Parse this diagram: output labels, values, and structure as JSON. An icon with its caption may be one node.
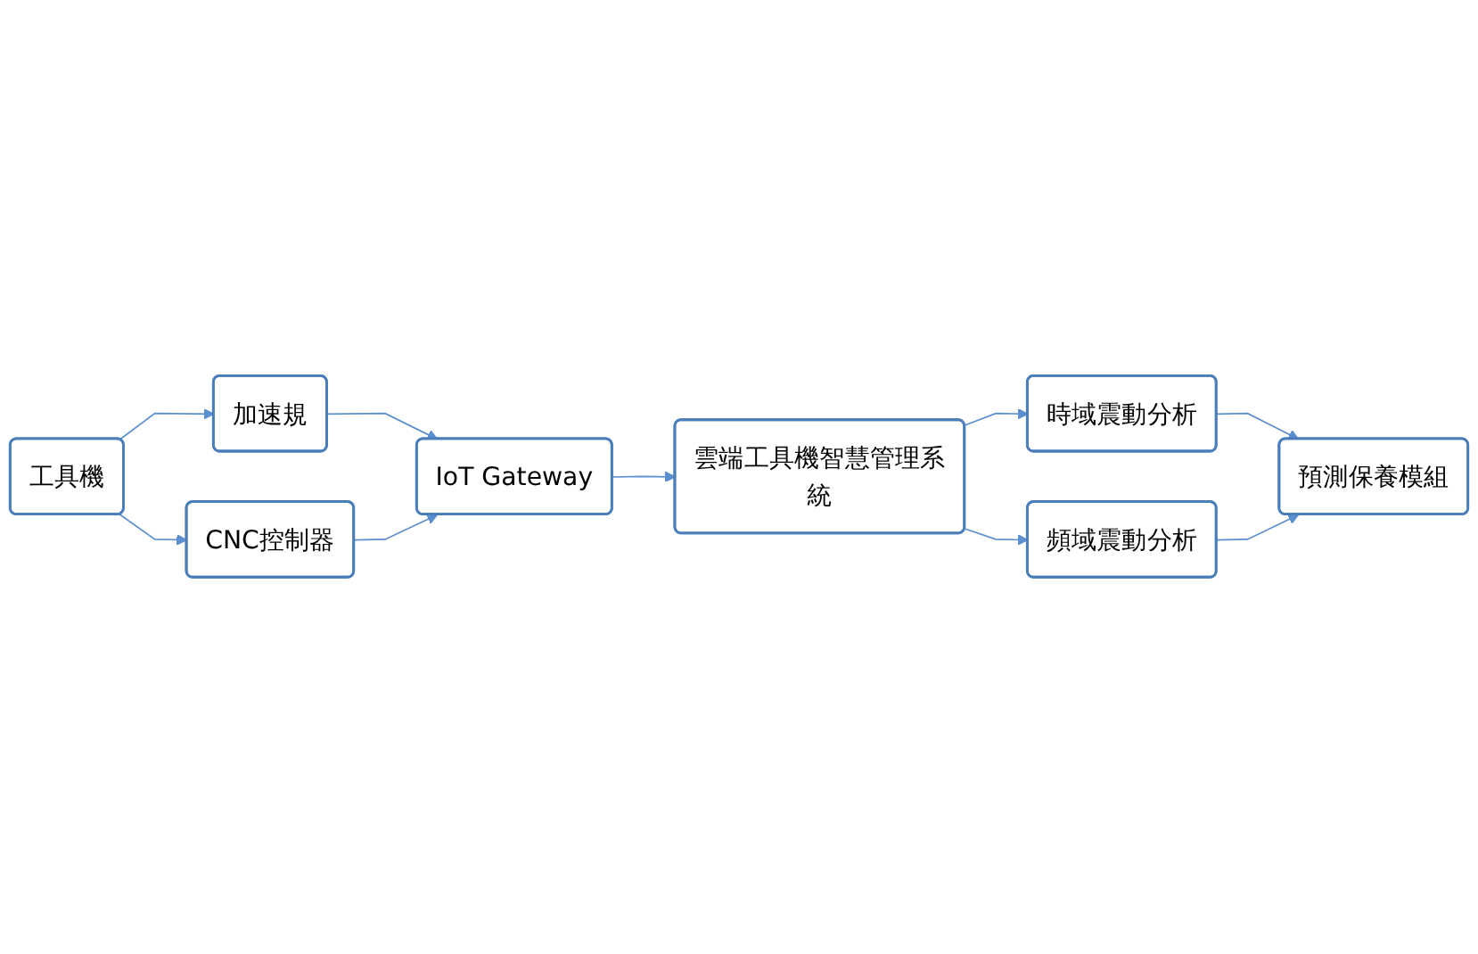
{
  "diagram": {
    "nodes": [
      {
        "text": [
          "加速規"
        ]
      },
      {
        "text": [
          "工具機"
        ]
      },
      {
        "text": [
          "CNC控制器"
        ]
      },
      {
        "text": [
          "IoT Gateway"
        ]
      },
      {
        "text": [
          "雲端工具機智慧管理系統"
        ]
      },
      {
        "text": [
          "時域震動分析"
        ]
      },
      {
        "text": [
          "頻域震動分析"
        ]
      },
      {
        "text": [
          "預測保養模組"
        ]
      }
    ],
    "edges": [
      {
        "from": 1,
        "to": 0,
        "arrow": "to"
      },
      {
        "from": 1,
        "to": 2,
        "arrow": "to"
      },
      {
        "from": 0,
        "to": 3,
        "arrow": "to"
      },
      {
        "from": 2,
        "to": 3,
        "arrow": "to"
      },
      {
        "from": 3,
        "to": 4,
        "arrow": "to"
      },
      {
        "from": 4,
        "to": 5,
        "arrow": "to"
      },
      {
        "from": 4,
        "to": 6,
        "arrow": "to"
      },
      {
        "from": 5,
        "to": 7,
        "arrow": "to"
      },
      {
        "from": 6,
        "to": 7,
        "arrow": "to"
      }
    ]
  }
}
